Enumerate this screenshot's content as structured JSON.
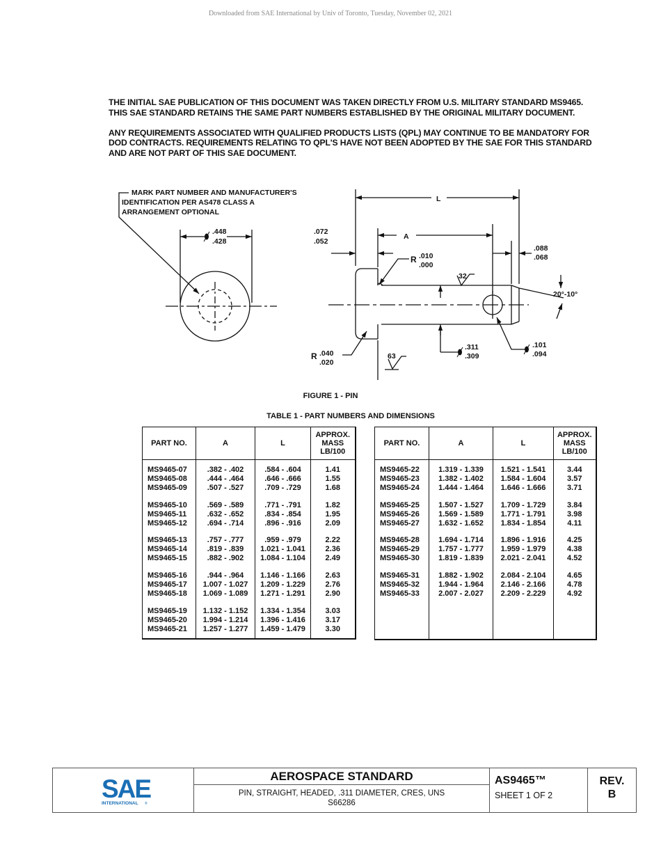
{
  "watermark": "Downloaded from SAE International by Univ of Toronto, Tuesday, November 02, 2021",
  "notes": [
    "THE INITIAL SAE PUBLICATION OF THIS DOCUMENT WAS TAKEN DIRECTLY FROM U.S. MILITARY STANDARD MS9465. THIS SAE STANDARD RETAINS THE SAME PART NUMBERS  ESTABLISHED BY THE ORIGINAL MILITARY DOCUMENT.",
    "ANY REQUIREMENTS ASSOCIATED WITH QUALIFIED PRODUCTS LISTS (QPL) MAY CONTINUE TO BE MANDATORY FOR DOD CONTRACTS. REQUIREMENTS RELATING TO QPL'S HAVE NOT BEEN  ADOPTED BY THE SAE FOR THIS STANDARD AND ARE NOT PART OF THIS SAE DOCUMENT."
  ],
  "drawing": {
    "mark_note": [
      "MARK PART NUMBER AND MANUFACTURER'S",
      "IDENTIFICATION PER AS478 CLASS A",
      "ARRANGEMENT OPTIONAL"
    ],
    "head_dia_max": ".448",
    "head_dia_min": ".428",
    "head_thk_max": ".072",
    "head_thk_min": ".052",
    "label_L": "L",
    "label_A": "A",
    "fillet_r_max": ".010",
    "fillet_r_min": ".000",
    "r_symbol": "R",
    "finish_shank": "32",
    "chamfer_max": ".088",
    "chamfer_min": ".068",
    "chamfer_angle": "20°-10°",
    "head_r_max": ".040",
    "head_r_min": ".020",
    "finish_head": "63",
    "shank_dia_max": ".311",
    "shank_dia_min": ".309",
    "hole_dia_max": ".101",
    "hole_dia_min": ".094",
    "dia_symbol": "ϕ"
  },
  "figure_caption": "FIGURE 1 - PIN",
  "table_caption": "TABLE 1  -  PART NUMBERS AND DIMENSIONS",
  "table": {
    "headers": [
      "PART NO.",
      "A",
      "L",
      "APPROX.\nMASS\nLB/100"
    ],
    "left_groups": [
      [
        [
          "MS9465-07",
          ".382  -  .402",
          ".584 - .604",
          "1.41"
        ],
        [
          "MS9465-08",
          ".444  -  .464",
          ".646 - .666",
          "1.55"
        ],
        [
          "MS9465-09",
          ".507  -  .527",
          ".709 - .729",
          "1.68"
        ]
      ],
      [
        [
          "MS9465-10",
          ".569  -  .589",
          ".771 - .791",
          "1.82"
        ],
        [
          "MS9465-11",
          ".632  -  .652",
          ".834 - .854",
          "1.95"
        ],
        [
          "MS9465-12",
          ".694  -  .714",
          ".896 - .916",
          "2.09"
        ]
      ],
      [
        [
          "MS9465-13",
          ".757  -  .777",
          ".959 - .979",
          "2.22"
        ],
        [
          "MS9465-14",
          ".819  -  .839",
          "1.021 - 1.041",
          "2.36"
        ],
        [
          "MS9465-15",
          ".882  -  .902",
          "1.084 - 1.104",
          "2.49"
        ]
      ],
      [
        [
          "MS9465-16",
          ".944  -  .964",
          "1.146 - 1.166",
          "2.63"
        ],
        [
          "MS9465-17",
          "1.007  - 1.027",
          "1.209 - 1.229",
          "2.76"
        ],
        [
          "MS9465-18",
          "1.069  - 1.089",
          "1.271 - 1.291",
          "2.90"
        ]
      ],
      [
        [
          "MS9465-19",
          "1.132 -  1.152",
          "1.334 - 1.354",
          "3.03"
        ],
        [
          "MS9465-20",
          "1.994 -  1.214",
          "1.396 - 1.416",
          "3.17"
        ],
        [
          "MS9465-21",
          "1.257 -  1.277",
          "1.459 - 1.479",
          "3.30"
        ]
      ]
    ],
    "right_groups": [
      [
        [
          "MS9465-22",
          "1.319 - 1.339",
          "1.521 - 1.541",
          "3.44"
        ],
        [
          "MS9465-23",
          "1.382 - 1.402",
          "1.584 - 1.604",
          "3.57"
        ],
        [
          "MS9465-24",
          "1.444 - 1.464",
          "1.646 - 1.666",
          "3.71"
        ]
      ],
      [
        [
          "MS9465-25",
          "1.507 - 1.527",
          "1.709 - 1.729",
          "3.84"
        ],
        [
          "MS9465-26",
          "1.569 - 1.589",
          "1.771 - 1.791",
          "3.98"
        ],
        [
          "MS9465-27",
          "1.632 - 1.652",
          "1.834 - 1.854",
          "4.11"
        ]
      ],
      [
        [
          "MS9465-28",
          "1.694 - 1.714",
          "1.896 - 1.916",
          "4.25"
        ],
        [
          "MS9465-29",
          "1.757 - 1.777",
          "1.959 - 1.979",
          "4.38"
        ],
        [
          "MS9465-30",
          "1.819 - 1.839",
          "2.021 - 2.041",
          "4.52"
        ]
      ],
      [
        [
          "MS9465-31",
          "1.882 - 1.902",
          "2.084 - 2.104",
          "4.65"
        ],
        [
          "MS9465-32",
          "1.944 - 1.964",
          "2.146 - 2.166",
          "4.78"
        ],
        [
          "MS9465-33",
          "2.007 - 2.027",
          "2.209 - 2.229",
          "4.92"
        ]
      ]
    ]
  },
  "title_block": {
    "logo_text": "SAE",
    "logo_subtext": "INTERNATIONAL",
    "title": "AEROSPACE STANDARD",
    "subtitle_line1": "PIN, STRAIGHT, HEADED, .311 DIAMETER, CRES, UNS",
    "subtitle_line2": "S66286",
    "doc_number": "AS9465™",
    "sheet": "SHEET 1 OF 2",
    "rev_label": "REV.",
    "rev_value": "B",
    "brand_color": "#1a6fb5"
  }
}
